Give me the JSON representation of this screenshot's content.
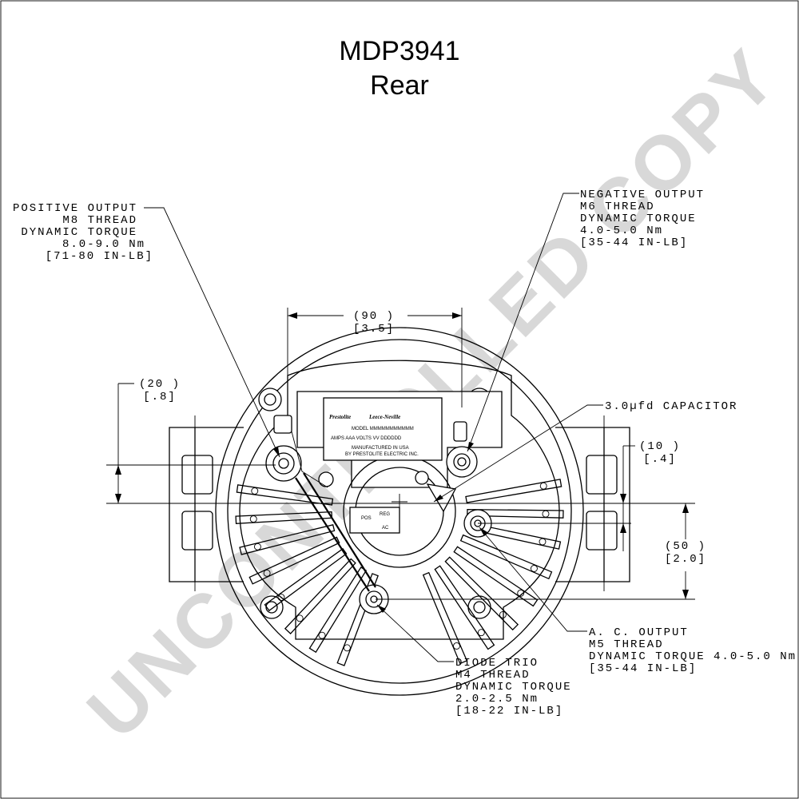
{
  "title": {
    "model": "MDP3941",
    "view": "Rear"
  },
  "watermark": "UNCONTROLLED COPY",
  "callouts": {
    "positive_output": [
      "POSITIVE OUTPUT",
      "M8 THREAD",
      "DYNAMIC TORQUE",
      "8.0-9.0 Nm",
      "[71-80 IN-LB]"
    ],
    "negative_output": [
      "NEGATIVE OUTPUT",
      "M6 THREAD",
      "DYNAMIC TORQUE",
      "4.0-5.0 Nm",
      "[35-44 IN-LB]"
    ],
    "capacitor": [
      "3.0µfd CAPACITOR"
    ],
    "ac_output": [
      "A. C. OUTPUT",
      "M5 THREAD",
      "DYNAMIC TORQUE 4.0-5.0 Nm",
      "[35-44 IN-LB]"
    ],
    "diode_trio": [
      "DIODE TRIO",
      "M4 THREAD",
      "DYNAMIC TORQUE",
      "2.0-2.5 Nm",
      "[18-22 IN-LB]"
    ]
  },
  "dimensions": {
    "width_90": {
      "mm": "(90    )",
      "in": "[3.5]"
    },
    "height_20": {
      "mm": "(20    )",
      "in": "[.8]"
    },
    "height_10": {
      "mm": "(10    )",
      "in": "[.4]"
    },
    "height_50": {
      "mm": "(50    )",
      "in": "[2.0]"
    }
  },
  "nameplate": {
    "brand": "Prestolite",
    "brand2": "Leece-Neville",
    "model_line": "MODEL  MMMMMMMMMMM",
    "rating_line": "AMPS  AAA   VOLTS  VV   DDDDDD",
    "made_line": "MANUFACTURED IN USA",
    "by_line": "BY PRESTOLITE ELECTRIC INC."
  },
  "terminal_labels": {
    "pos": "POS",
    "reg": "REG",
    "ac": "AC"
  }
}
